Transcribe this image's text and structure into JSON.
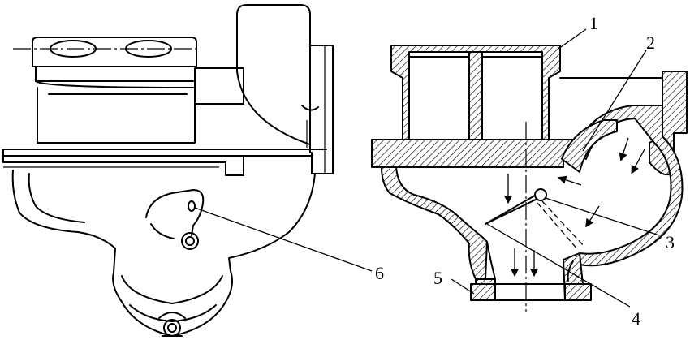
{
  "labels": [
    {
      "id": "1",
      "text": "1"
    },
    {
      "id": "2",
      "text": "2"
    },
    {
      "id": "3",
      "text": "3"
    },
    {
      "id": "4",
      "text": "4"
    },
    {
      "id": "5",
      "text": "5"
    },
    {
      "id": "6",
      "text": "6"
    }
  ],
  "style": {
    "line_color": "#000000",
    "background": "#ffffff"
  }
}
